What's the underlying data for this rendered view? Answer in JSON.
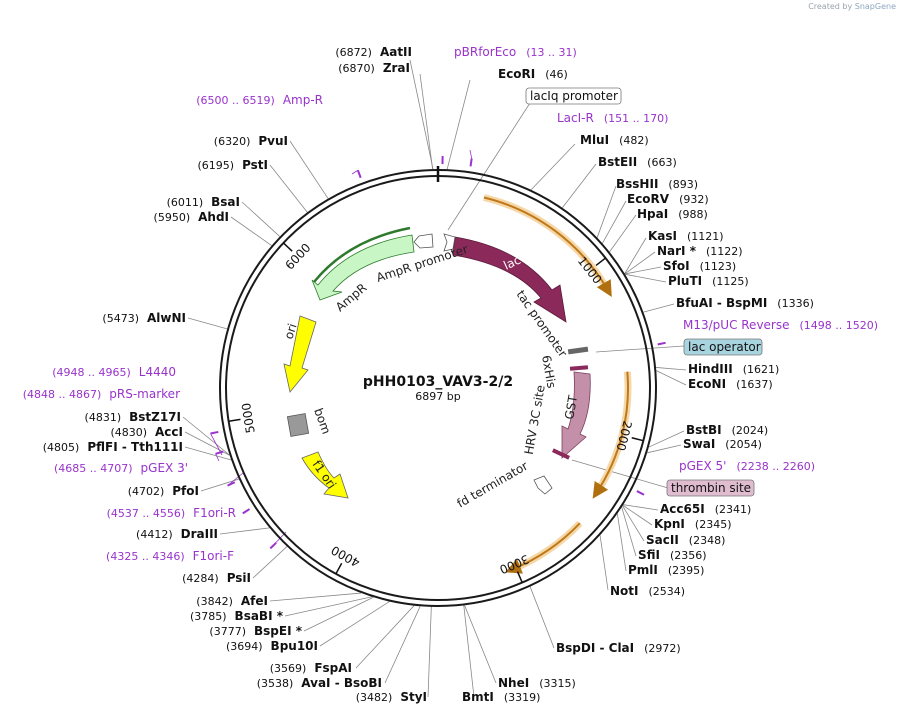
{
  "credit": {
    "prefix": "Created by",
    "brand": "SnapGene"
  },
  "plasmid": {
    "name": "pHH0103_VAV3-2/2",
    "length": "6897 bp"
  },
  "ticks": [
    "1000",
    "2000",
    "3000",
    "4000",
    "5000",
    "6000"
  ],
  "features": [
    {
      "label": "AmpR promoter"
    },
    {
      "label": "lacI"
    },
    {
      "label": "AmpR"
    },
    {
      "label": "tac promoter"
    },
    {
      "label": "ori"
    },
    {
      "label": "6xHis"
    },
    {
      "label": "bom"
    },
    {
      "label": "HRV 3C site"
    },
    {
      "label": "GST"
    },
    {
      "label": "f1 ori"
    },
    {
      "label": "fd terminator"
    }
  ],
  "boxed_labels": [
    {
      "label": "lacIq promoter"
    },
    {
      "label": "lac operator"
    },
    {
      "label": "thrombin site"
    }
  ],
  "enzymes": [
    {
      "name": "AatII",
      "pos": "(6872)"
    },
    {
      "name": "ZraI",
      "pos": "(6870)"
    },
    {
      "name": "EcoRI",
      "pos": "(46)"
    },
    {
      "name": "MluI",
      "pos": "(482)"
    },
    {
      "name": "BstEII",
      "pos": "(663)"
    },
    {
      "name": "BssHII",
      "pos": "(893)"
    },
    {
      "name": "EcoRV",
      "pos": "(932)"
    },
    {
      "name": "HpaI",
      "pos": "(988)"
    },
    {
      "name": "KasI",
      "pos": "(1121)"
    },
    {
      "name": "NarI *",
      "pos": "(1122)"
    },
    {
      "name": "SfoI",
      "pos": "(1123)"
    },
    {
      "name": "PluTI",
      "pos": "(1125)"
    },
    {
      "name": "BfuAI - BspMI",
      "pos": "(1336)"
    },
    {
      "name": "HindIII",
      "pos": "(1621)"
    },
    {
      "name": "EcoNI",
      "pos": "(1637)"
    },
    {
      "name": "BstBI",
      "pos": "(2024)"
    },
    {
      "name": "SwaI",
      "pos": "(2054)"
    },
    {
      "name": "Acc65I",
      "pos": "(2341)"
    },
    {
      "name": "KpnI",
      "pos": "(2345)"
    },
    {
      "name": "SacII",
      "pos": "(2348)"
    },
    {
      "name": "SfiI",
      "pos": "(2356)"
    },
    {
      "name": "PmlI",
      "pos": "(2395)"
    },
    {
      "name": "NotI",
      "pos": "(2534)"
    },
    {
      "name": "BspDI - ClaI",
      "pos": "(2972)"
    },
    {
      "name": "NheI",
      "pos": "(3315)"
    },
    {
      "name": "BmtI",
      "pos": "(3319)"
    },
    {
      "name": "StyI",
      "pos": "(3482)"
    },
    {
      "name": "AvaI - BsoBI",
      "pos": "(3538)"
    },
    {
      "name": "FspAI",
      "pos": "(3569)"
    },
    {
      "name": "Bpu10I",
      "pos": "(3694)"
    },
    {
      "name": "BspEI *",
      "pos": "(3777)"
    },
    {
      "name": "BsaBI *",
      "pos": "(3785)"
    },
    {
      "name": "AfeI",
      "pos": "(3842)"
    },
    {
      "name": "PsiI",
      "pos": "(4284)"
    },
    {
      "name": "DraIII",
      "pos": "(4412)"
    },
    {
      "name": "PfoI",
      "pos": "(4702)"
    },
    {
      "name": "PflFI - Tth111I",
      "pos": "(4805)"
    },
    {
      "name": "AccI",
      "pos": "(4830)"
    },
    {
      "name": "BstZ17I",
      "pos": "(4831)"
    },
    {
      "name": "AlwNI",
      "pos": "(5473)"
    },
    {
      "name": "AhdI",
      "pos": "(5950)"
    },
    {
      "name": "BsaI",
      "pos": "(6011)"
    },
    {
      "name": "PstI",
      "pos": "(6195)"
    },
    {
      "name": "PvuI",
      "pos": "(6320)"
    }
  ],
  "primers": [
    {
      "name": "pBRforEco",
      "range": "(13 .. 31)"
    },
    {
      "name": "LacI-R",
      "range": "(151 .. 170)"
    },
    {
      "name": "Amp-R",
      "range": "(6500 .. 6519)"
    },
    {
      "name": "M13/pUC Reverse",
      "range": "(1498 .. 1520)"
    },
    {
      "name": "pGEX 5'",
      "range": "(2238 .. 2260)"
    },
    {
      "name": "L4440",
      "range": "(4948 .. 4965)"
    },
    {
      "name": "pRS-marker",
      "range": "(4848 .. 4867)"
    },
    {
      "name": "pGEX 3'",
      "range": "(4685 .. 4707)"
    },
    {
      "name": "F1ori-R",
      "range": "(4537 .. 4556)"
    },
    {
      "name": "F1ori-F",
      "range": "(4325 .. 4346)"
    }
  ],
  "colors": {
    "backbone": "#1a1a1a",
    "lacI": "#8b2a5a",
    "AmpR": "#c8f7c5",
    "ori": "#ffff00",
    "f1_ori": "#ffff00",
    "GST": "#c48fa8",
    "primer": "#9933cc",
    "orange_arc": "#e8a040",
    "lac_operator_box": "#a8d4e0",
    "thrombin_box": "#e0bcd0"
  }
}
